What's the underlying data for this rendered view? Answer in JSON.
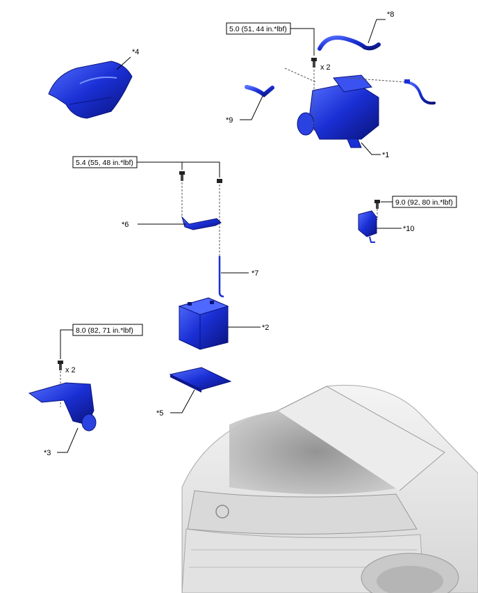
{
  "colors": {
    "part_fill": "#1a2fd4",
    "part_dark": "#0d178c",
    "part_light": "#4f68ff",
    "car_line": "#9a9a9a"
  },
  "parts": {
    "p1": "*1",
    "p2": "*2",
    "p3": "*3",
    "p4": "*4",
    "p5": "*5",
    "p6": "*6",
    "p7": "*7",
    "p8": "*8",
    "p9": "*9",
    "p10": "*10"
  },
  "torques": {
    "t_air": "5.0 (51, 44 in.*lbf)",
    "t_tray": "5.4 (55, 48 in.*lbf)",
    "t_duct": "8.0 (82, 71 in.*lbf)",
    "t_tank": "9.0 (92, 80 in.*lbf)"
  },
  "quantities": {
    "q_air": "x 2",
    "q_duct": "x 2"
  }
}
